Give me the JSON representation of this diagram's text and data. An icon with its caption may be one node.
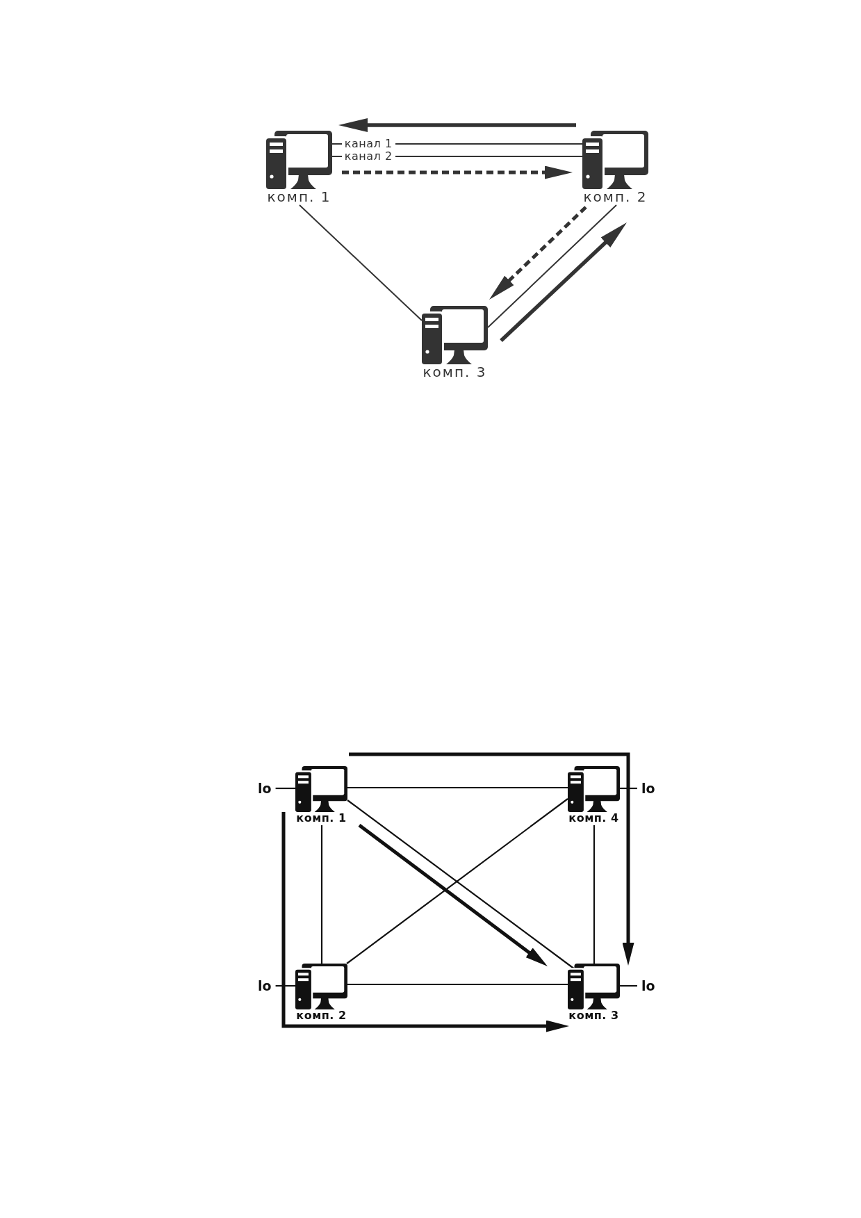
{
  "diagram": {
    "nodes": [
      {
        "text": [
          "комп. 1"
        ]
      },
      {
        "text": [
          "комп. 2"
        ]
      },
      {
        "text": [
          "комп. 3"
        ]
      },
      {
        "text": [
          "lo"
        ]
      },
      {
        "text": [
          "комп. 1"
        ]
      },
      {
        "text": [
          "комп. 4"
        ]
      },
      {
        "text": [
          "lo"
        ]
      },
      {
        "text": [
          "lo"
        ]
      },
      {
        "text": [
          "комп. 2"
        ]
      },
      {
        "text": [
          "комп. 3"
        ]
      },
      {
        "text": [
          "lo"
        ]
      }
    ],
    "edges": [
      {
        "from": 1,
        "to": 0,
        "arrow": "to",
        "style": "thick"
      },
      {
        "from": 0,
        "to": 1,
        "arrow": "none",
        "label": "канал 1"
      },
      {
        "from": 0,
        "to": 1,
        "arrow": "none",
        "label": "канал 2"
      },
      {
        "from": 0,
        "to": 1,
        "arrow": "to",
        "style": "dashed"
      },
      {
        "from": 0,
        "to": 2,
        "arrow": "none"
      },
      {
        "from": 1,
        "to": 2,
        "arrow": "to",
        "style": "dashed"
      },
      {
        "from": 1,
        "to": 2,
        "arrow": "none"
      },
      {
        "from": 2,
        "to": 1,
        "arrow": "to",
        "style": "thick"
      },
      {
        "from": 3,
        "to": 4,
        "arrow": "none"
      },
      {
        "from": 4,
        "to": 5,
        "arrow": "none"
      },
      {
        "from": 5,
        "to": 6,
        "arrow": "none"
      },
      {
        "from": 4,
        "to": 8,
        "arrow": "none"
      },
      {
        "from": 5,
        "to": 9,
        "arrow": "none"
      },
      {
        "from": 4,
        "to": 9,
        "arrow": "none"
      },
      {
        "from": 5,
        "to": 8,
        "arrow": "none"
      },
      {
        "from": 4,
        "to": 9,
        "arrow": "to",
        "style": "thick"
      },
      {
        "from": 4,
        "to": 9,
        "arrow": "to",
        "style": "thick"
      },
      {
        "from": 4,
        "to": 9,
        "arrow": "to",
        "style": "thick"
      },
      {
        "from": 7,
        "to": 8,
        "arrow": "none"
      },
      {
        "from": 8,
        "to": 9,
        "arrow": "none"
      },
      {
        "from": 9,
        "to": 10,
        "arrow": "none"
      }
    ]
  }
}
